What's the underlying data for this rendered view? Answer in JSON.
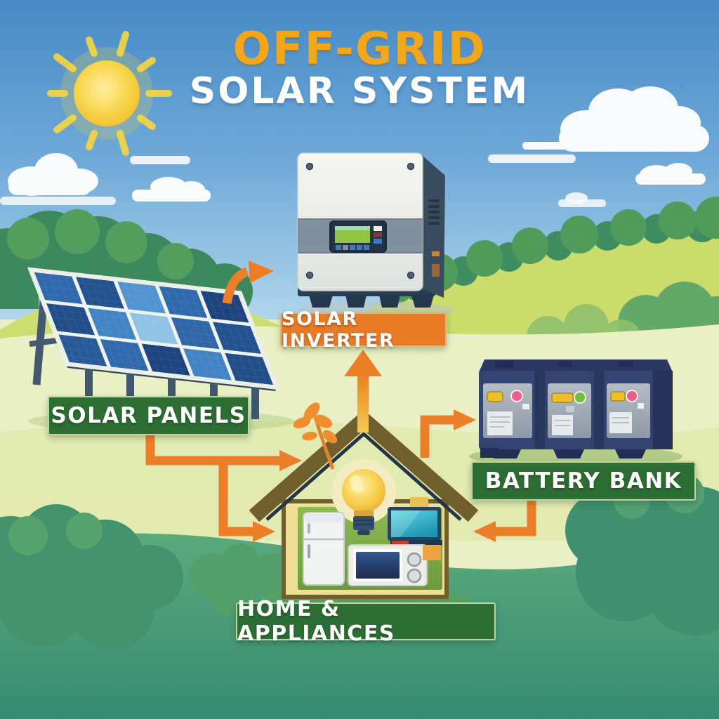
{
  "title": {
    "line1": "OFF-GRID",
    "line2": "SOLAR SYSTEM"
  },
  "badges": {
    "solar_panels": {
      "label": "SOLAR PANELS",
      "bg": "#2C6E33"
    },
    "solar_inverter": {
      "label": "SOLAR INVERTER",
      "bg": "#E87A25"
    },
    "battery_bank": {
      "label": "BATTERY BANK",
      "bg": "#2C6E33"
    },
    "home_appliances": {
      "label": "HOME & APPLIANCES",
      "bg": "#2C6E33"
    }
  },
  "colors": {
    "title_accent": "#F2A71B",
    "title_secondary": "#FFFFFF",
    "arrow_orange": "#ED7C23",
    "badge_green": "#2C6E33",
    "badge_orange": "#E87A25",
    "sky_blue": "#5B9BD5",
    "panel_blue": "#2B66AD",
    "battery_navy": "#2D3F6E",
    "grass_green": "#6FB06F"
  },
  "icons": [
    "sun-icon",
    "cloud-icon",
    "solar-panels-illustration",
    "solar-inverter-illustration",
    "battery-bank-illustration",
    "house-illustration",
    "lightbulb-icon",
    "fridge-icon",
    "tv-icon",
    "microwave-icon",
    "leaf-icon"
  ],
  "flows": [
    {
      "from": "solar-panels",
      "to": "solar-inverter",
      "shape": "curved-arrow"
    },
    {
      "from": "home",
      "to": "solar-inverter",
      "shape": "up-arrow"
    },
    {
      "from": "solar-panels",
      "to": "home",
      "shape": "elbow-arrow-upper"
    },
    {
      "from": "solar-panels",
      "to": "home",
      "shape": "elbow-arrow-lower"
    },
    {
      "from": "home",
      "to": "battery-bank",
      "shape": "elbow-arrow"
    },
    {
      "from": "battery-bank",
      "to": "home",
      "shape": "elbow-arrow"
    }
  ]
}
